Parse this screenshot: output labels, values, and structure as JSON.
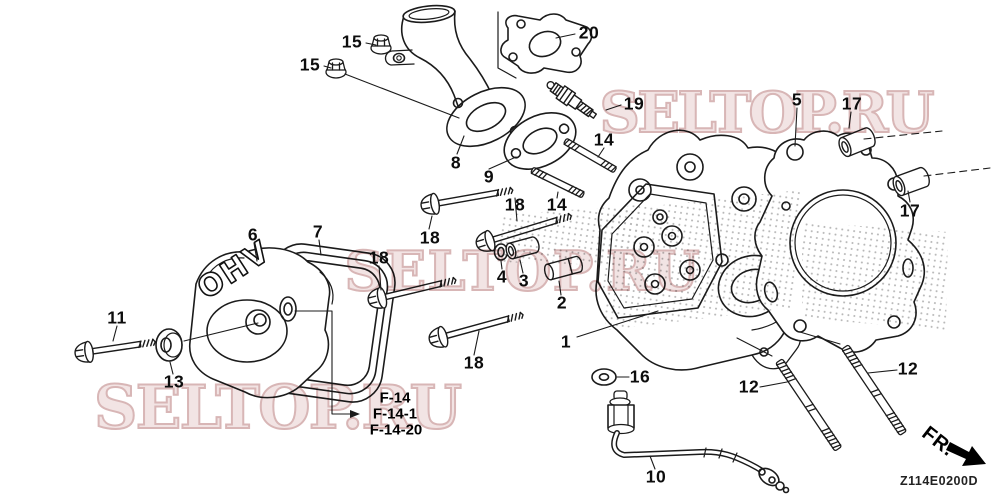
{
  "diagram": {
    "code": "Z114E0200D",
    "front_marker": "FR.",
    "engine_cover_logo": "OHV",
    "watermarks": [
      {
        "text": "SELTOP.RU"
      },
      {
        "text": "SELTOP.RU"
      },
      {
        "text": "SELTOP.RU"
      }
    ],
    "reference_links": [
      {
        "label": "F-14"
      },
      {
        "label": "F-14-1"
      },
      {
        "label": "F-14-20"
      }
    ],
    "callouts": [
      {
        "part_number": "15"
      },
      {
        "part_number": "15"
      },
      {
        "part_number": "20"
      },
      {
        "part_number": "19"
      },
      {
        "part_number": "8"
      },
      {
        "part_number": "9"
      },
      {
        "part_number": "14"
      },
      {
        "part_number": "14"
      },
      {
        "part_number": "18"
      },
      {
        "part_number": "18"
      },
      {
        "part_number": "18"
      },
      {
        "part_number": "18"
      },
      {
        "part_number": "17"
      },
      {
        "part_number": "17"
      },
      {
        "part_number": "5"
      },
      {
        "part_number": "6"
      },
      {
        "part_number": "7"
      },
      {
        "part_number": "11"
      },
      {
        "part_number": "13"
      },
      {
        "part_number": "4"
      },
      {
        "part_number": "3"
      },
      {
        "part_number": "2"
      },
      {
        "part_number": "1"
      },
      {
        "part_number": "16"
      },
      {
        "part_number": "10"
      },
      {
        "part_number": "12"
      },
      {
        "part_number": "12"
      }
    ]
  },
  "colors": {
    "background": "#ffffff",
    "line_art": "#1b1b1b",
    "watermark_fill": "#f2e4e4",
    "watermark_stroke": "#d8b6b6",
    "label_text": "#0d0d0d"
  }
}
